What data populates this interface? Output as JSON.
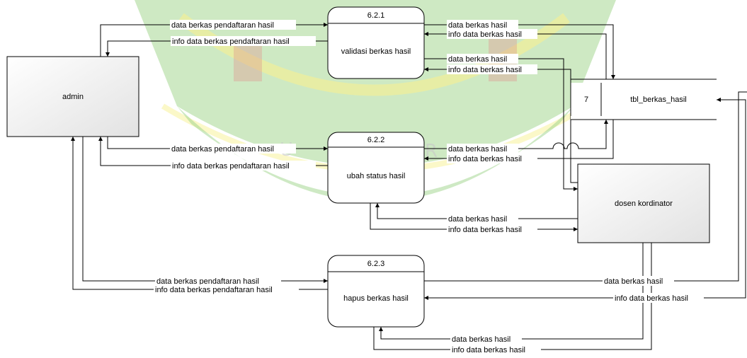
{
  "entities": {
    "admin": "admin",
    "dosen": "dosen kordinator"
  },
  "datastore": {
    "id": "7",
    "name": "tbl_berkas_hasil"
  },
  "processes": [
    {
      "id": "6.2.1",
      "name": "validasi berkas hasil"
    },
    {
      "id": "6.2.2",
      "name": "ubah status hasil"
    },
    {
      "id": "6.2.3",
      "name": "hapus berkas hasil"
    }
  ],
  "flows": {
    "dbph": "data berkas pendaftaran hasil",
    "idbph": "info data berkas pendaftaran hasil",
    "dbh": "data berkas hasil",
    "idbh": "info data berkas hasil"
  },
  "colors": {
    "line": "#000000",
    "box_fill_top": "#ffffff",
    "box_fill_bottom": "#e4e4e4",
    "watermark_green": "#4caf28",
    "watermark_yellow": "#f2e437",
    "watermark_red": "#c8322a"
  }
}
